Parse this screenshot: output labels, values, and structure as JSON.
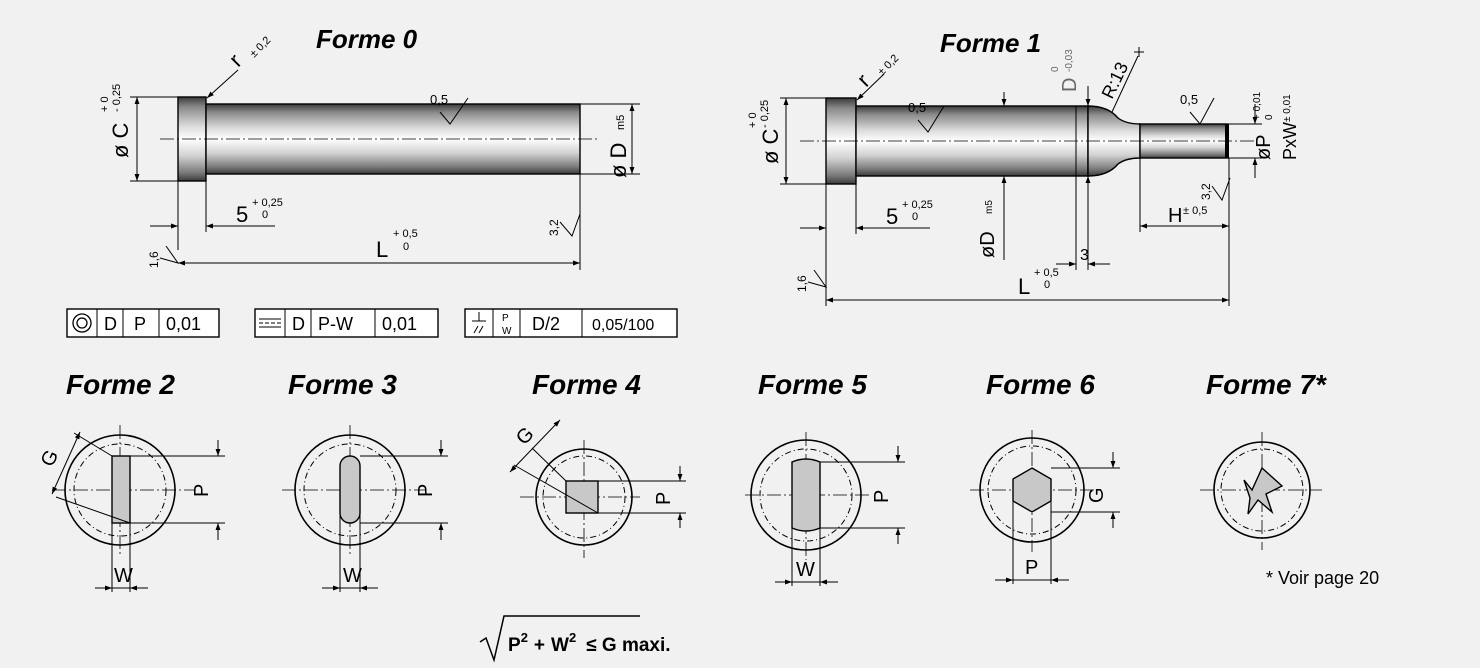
{
  "titles": {
    "forme0": "Forme 0",
    "forme1": "Forme 1",
    "forme2": "Forme 2",
    "forme3": "Forme 3",
    "forme4": "Forme 4",
    "forme5": "Forme 5",
    "forme6": "Forme 6",
    "forme7": "Forme 7*"
  },
  "forme0": {
    "r_label": "r",
    "r_tol": "± 0,2",
    "c_label": "ø C",
    "c_tol_top": "+ 0",
    "c_tol_bot": "- 0,25",
    "d_label": "ø D",
    "d_fit": "m5",
    "five": "5",
    "five_tol_top": "+ 0,25",
    "five_tol_bot": "0",
    "l_label": "L",
    "l_tol_top": "+ 0,5",
    "l_tol_bot": "0",
    "surf_05": "0,5",
    "surf_32": "3,2",
    "surf_16": "1,6"
  },
  "forme1": {
    "r_label": "r",
    "r_tol": "± 0,2",
    "c_label": "ø C",
    "c_tol_top": "+ 0",
    "c_tol_bot": "- 0,25",
    "surf_05a": "0,5",
    "surf_05b": "0,5",
    "d_top_label": "D",
    "d_top_tol_top": "0",
    "d_top_tol_bot": "-0,03",
    "r13": "R:13",
    "p_label": "øP",
    "p_tol_top": "+ 0,01",
    "p_tol_bot": "0",
    "pxw_label": "PxW",
    "pxw_tol": "± 0,01",
    "surf_32": "3,2",
    "h_label": "H",
    "h_tol": "± 0,5",
    "d_label": "øD",
    "d_fit": "m5",
    "three": "3",
    "five": "5",
    "five_tol_top": "+ 0,25",
    "five_tol_bot": "0",
    "l_label": "L",
    "l_tol_top": "+ 0,5",
    "l_tol_bot": "0",
    "surf_16": "1,6"
  },
  "tolerance_frames": {
    "frame1": {
      "symbol": "concentricity-icon",
      "ref1": "D",
      "ref2": "P",
      "value": "0,01"
    },
    "frame2": {
      "symbol": "symmetry-icon",
      "ref1": "D",
      "ref2": "P-W",
      "value": "0,01"
    },
    "frame3": {
      "symbol": "perpendicular-parallel-icon",
      "sub_top": "P",
      "sub_bot": "W",
      "ref": "D/2",
      "value": "0,05/100"
    }
  },
  "sections": {
    "forme2": {
      "g": "G",
      "p": "P",
      "w": "W"
    },
    "forme3": {
      "p": "P",
      "w": "W"
    },
    "forme4": {
      "g": "G",
      "p": "P"
    },
    "forme5": {
      "p": "P",
      "w": "W"
    },
    "forme6": {
      "g": "G",
      "p": "P"
    },
    "forme7_note": "* Voir page 20"
  },
  "formula": {
    "p": "P",
    "plus": "+",
    "w": "W",
    "exp": "2",
    "rest": "≤ G maxi."
  },
  "colors": {
    "background": "#f1f1f1",
    "shape_fill": "#c8c8c8"
  }
}
